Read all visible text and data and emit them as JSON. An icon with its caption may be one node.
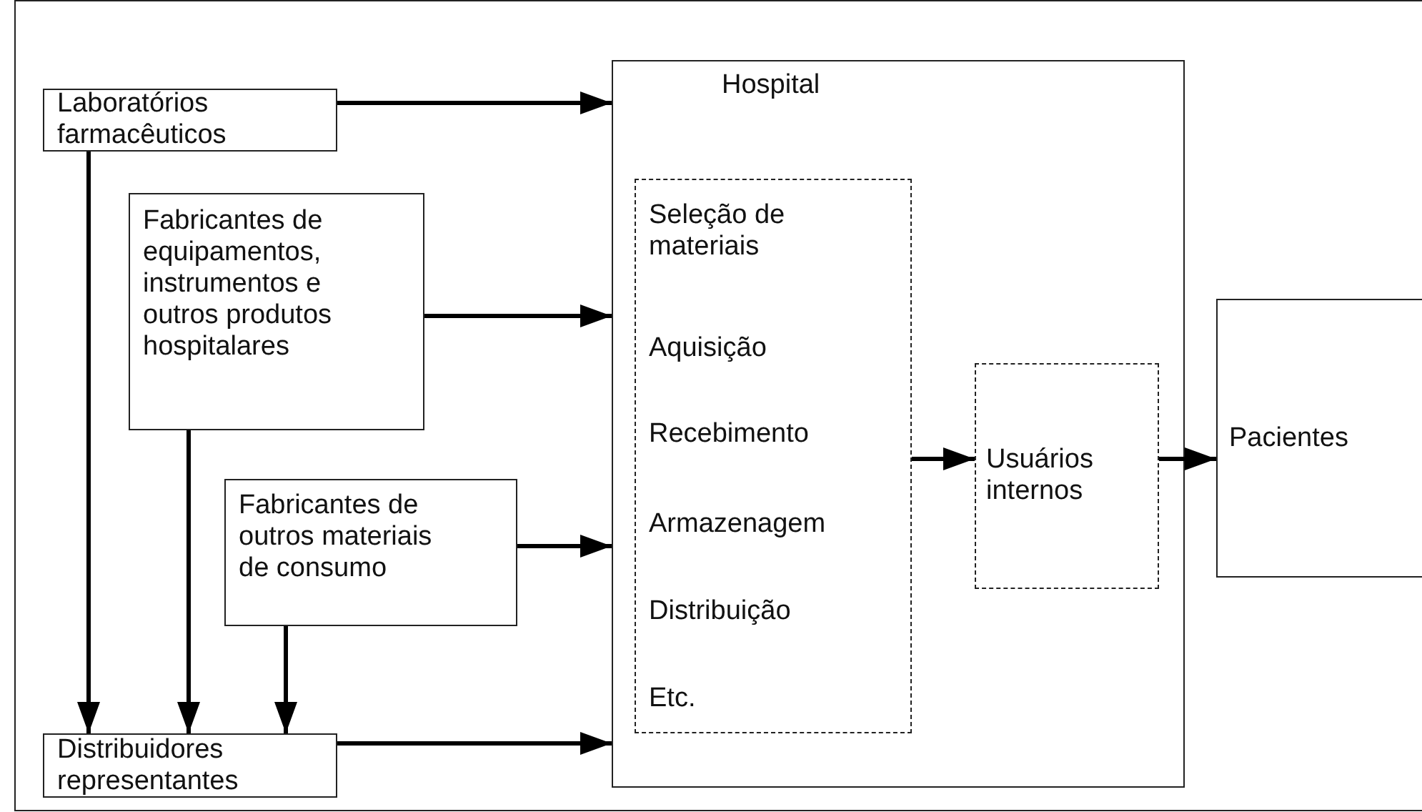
{
  "diagram": {
    "nodes": [
      {
        "text": [
          "Laboratórios farmacêuticos"
        ]
      },
      {
        "text": [
          "Fabricantes de equipamentos, instrumentos e outros produtos hospitalares"
        ]
      },
      {
        "text": [
          "Fabricantes de outros materiais de consumo"
        ]
      },
      {
        "text": [
          "Distribuidores representantes"
        ]
      },
      {
        "text": [
          "Hospital"
        ]
      },
      {
        "text": [
          "Seleção de materiais",
          "Aquisição",
          "Recebimento",
          "Armazenagem",
          "Distribuição",
          "Etc."
        ],
        "in": 4
      },
      {
        "text": [
          "Usuários internos"
        ],
        "in": 4
      },
      {
        "text": [
          "Pacientes"
        ]
      }
    ],
    "edges": [
      {
        "from": 0,
        "to": 4,
        "arrow": "to"
      },
      {
        "from": 1,
        "to": 4,
        "arrow": "to"
      },
      {
        "from": 2,
        "to": 4,
        "arrow": "to"
      },
      {
        "from": 3,
        "to": 4,
        "arrow": "to"
      },
      {
        "from": 0,
        "to": 3,
        "arrow": "to"
      },
      {
        "from": 1,
        "to": 3,
        "arrow": "to"
      },
      {
        "from": 2,
        "to": 3,
        "arrow": "to"
      },
      {
        "from": 5,
        "to": 6,
        "arrow": "to"
      },
      {
        "from": 6,
        "to": 7,
        "arrow": "to"
      }
    ]
  }
}
